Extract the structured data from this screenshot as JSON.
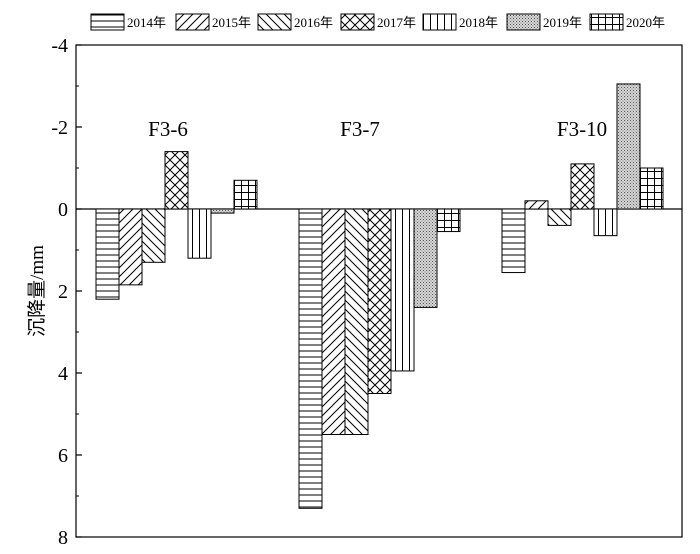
{
  "chart_data": {
    "type": "bar",
    "ylabel": "沉降量/mm",
    "ylim": [
      -4,
      8
    ],
    "y_inverted": true,
    "yticks": [
      -4,
      -2,
      0,
      2,
      4,
      6,
      8
    ],
    "categories": [
      "F3-6",
      "F3-7",
      "F3-10"
    ],
    "legend_position": "top",
    "series": [
      {
        "name": "2014年",
        "pattern": "horizontal-lines",
        "values": [
          2.2,
          7.3,
          1.55
        ]
      },
      {
        "name": "2015年",
        "pattern": "diagonal-up",
        "values": [
          1.85,
          5.5,
          -0.2
        ]
      },
      {
        "name": "2016年",
        "pattern": "diagonal-down",
        "values": [
          1.3,
          5.5,
          0.4
        ]
      },
      {
        "name": "2017年",
        "pattern": "crosshatch-diagonal",
        "values": [
          -1.4,
          4.5,
          -1.1
        ]
      },
      {
        "name": "2018年",
        "pattern": "vertical-lines",
        "values": [
          1.2,
          3.95,
          0.65
        ]
      },
      {
        "name": "2019年",
        "pattern": "dots",
        "values": [
          0.1,
          2.4,
          -3.05
        ]
      },
      {
        "name": "2020年",
        "pattern": "grid",
        "values": [
          -0.7,
          0.55,
          -1.0
        ]
      }
    ]
  }
}
